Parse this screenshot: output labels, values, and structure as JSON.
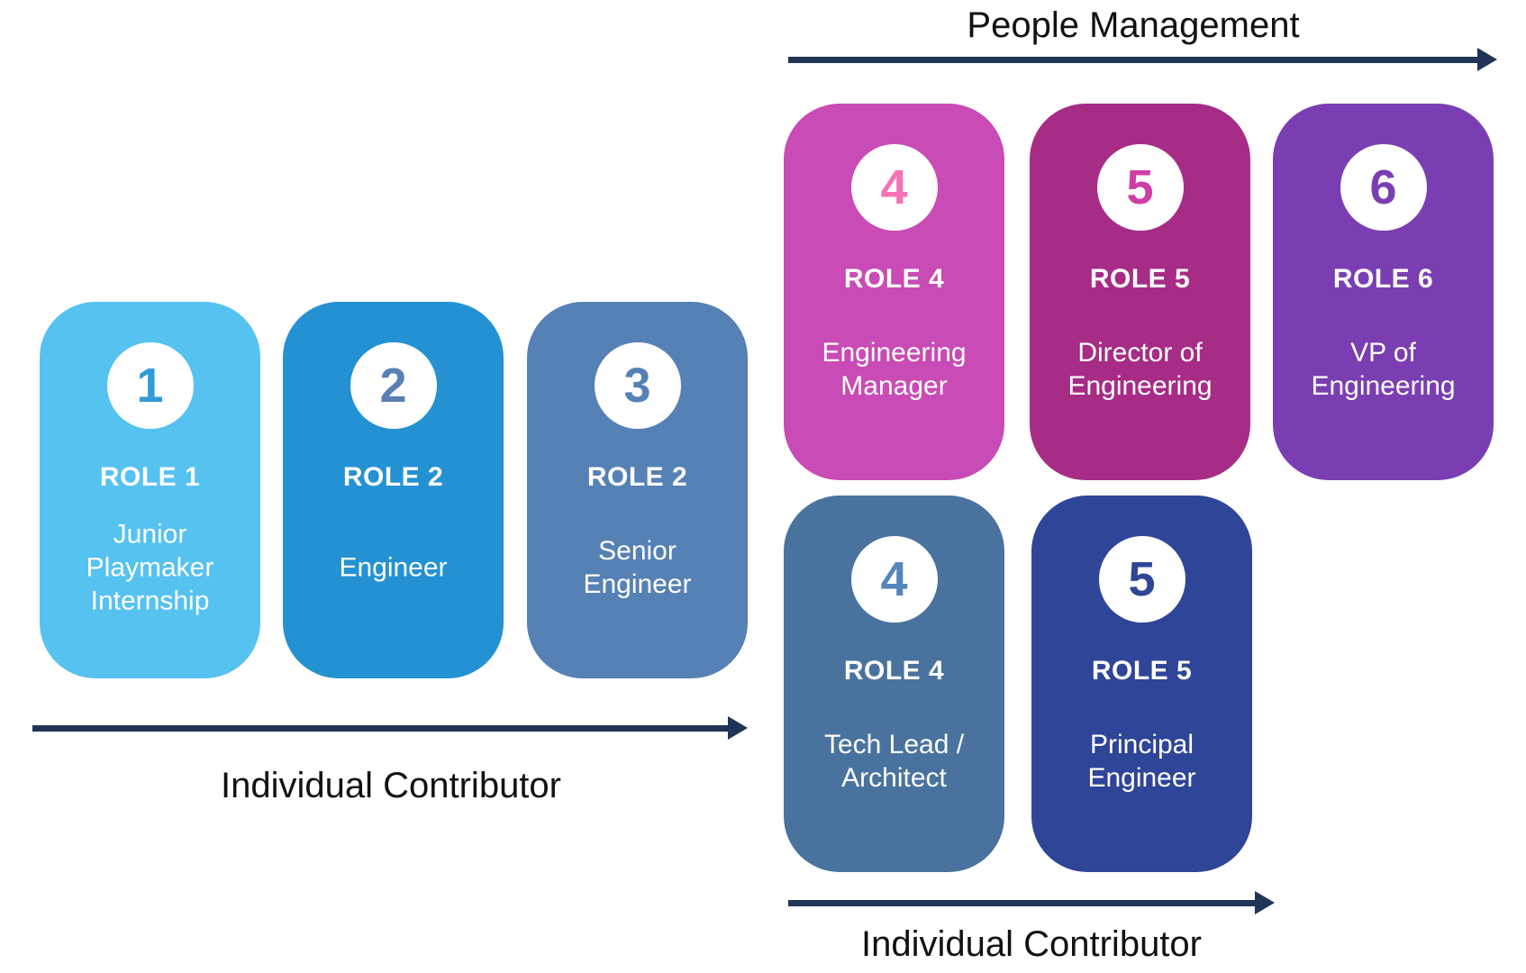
{
  "labels": {
    "people_management_track": "People Management",
    "individual_contributor_track_left": "Individual Contributor",
    "individual_contributor_track_right": "Individual Contributor"
  },
  "colors": {
    "arrow": "#1F3456",
    "track_label_text": "#111111",
    "card_text": "#FFFFFF",
    "circle_fill": "#FFFFFF"
  },
  "cards": [
    {
      "number": "1",
      "role_label": "ROLE 1",
      "title": "Junior\nPlaymaker\nInternship",
      "bg": "#56C2F0",
      "number_color": "#2F9CD8"
    },
    {
      "number": "2",
      "role_label": "ROLE 2",
      "title": "Engineer",
      "bg": "#2492D2",
      "number_color": "#5A80B5"
    },
    {
      "number": "3",
      "role_label": "ROLE 2",
      "title": "Senior\nEngineer",
      "bg": "#5681B4",
      "number_color": "#5681B4"
    },
    {
      "number": "4",
      "role_label": "ROLE 4",
      "title": "Engineering\nManager",
      "bg": "#C94BB5",
      "number_color": "#F473B4"
    },
    {
      "number": "5",
      "role_label": "ROLE 5",
      "title": "Director of\nEngineering",
      "bg": "#A62C86",
      "number_color": "#CD3FA5"
    },
    {
      "number": "6",
      "role_label": "ROLE 6",
      "title": "VP of\nEngineering",
      "bg": "#7B3EB2",
      "number_color": "#7B3EB2"
    },
    {
      "number": "4",
      "role_label": "ROLE 4",
      "title": "Tech Lead /\nArchitect",
      "bg": "#49739E",
      "number_color": "#5585BD"
    },
    {
      "number": "5",
      "role_label": "ROLE 5",
      "title": "Principal\nEngineer",
      "bg": "#2F4597",
      "number_color": "#2F4597"
    }
  ]
}
